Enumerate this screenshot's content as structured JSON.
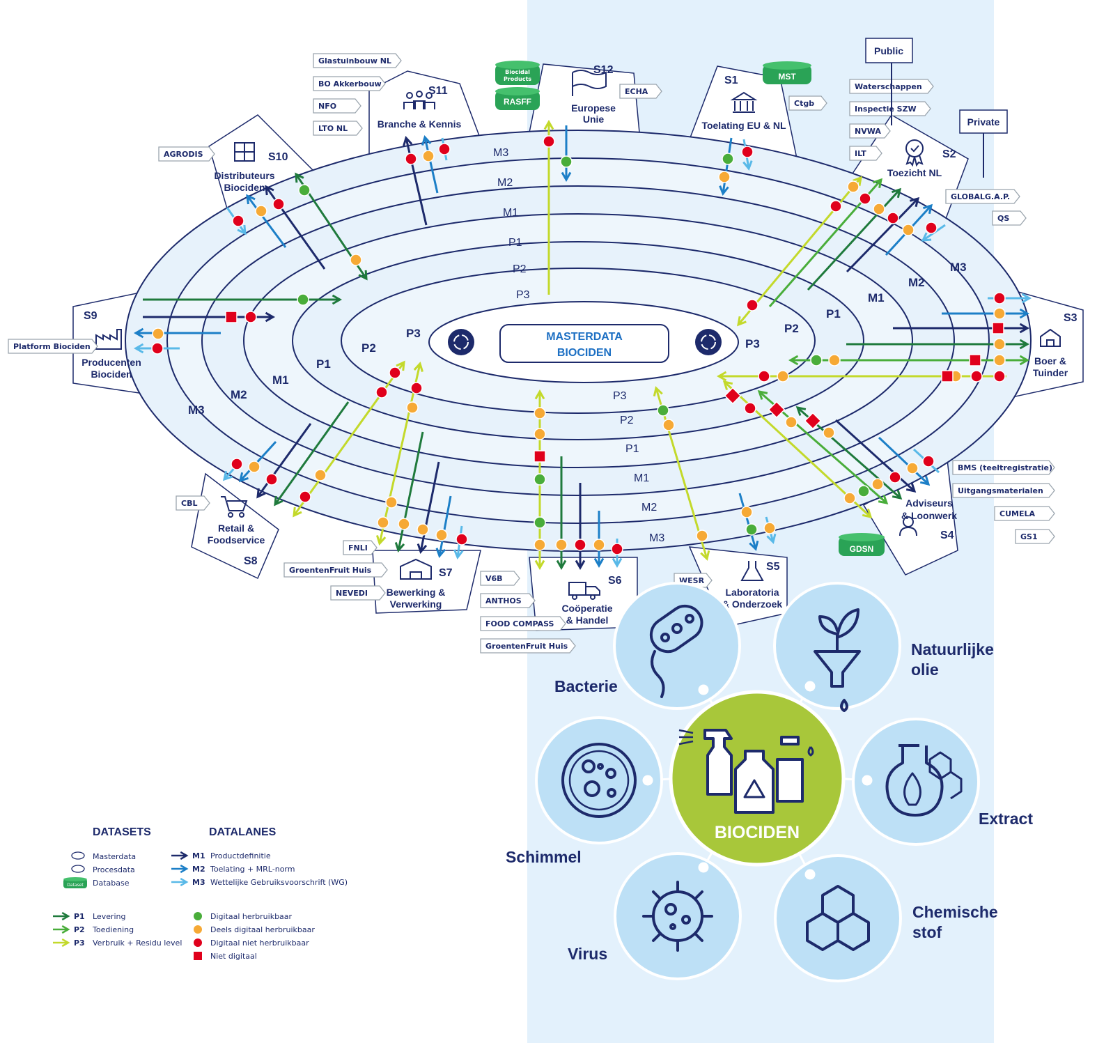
{
  "center": {
    "line1": "MASTERDATA",
    "line2": "BIOCIDEN"
  },
  "lanes": [
    "M3",
    "M2",
    "M1",
    "P1",
    "P2",
    "P3"
  ],
  "stakeholders": [
    {
      "code": "S1",
      "line1": "Toelating EU & NL",
      "line2": ""
    },
    {
      "code": "S2",
      "line1": "Toezicht NL",
      "line2": ""
    },
    {
      "code": "S3",
      "line1": "Boer &",
      "line2": "Tuinder"
    },
    {
      "code": "S4",
      "line1": "Adviseurs",
      "line2": "& Loonwerk"
    },
    {
      "code": "S5",
      "line1": "Laboratoria",
      "line2": "& Onderzoek"
    },
    {
      "code": "S6",
      "line1": "Coöperatie",
      "line2": "& Handel"
    },
    {
      "code": "S7",
      "line1": "Bewerking &",
      "line2": "Verwerking"
    },
    {
      "code": "S8",
      "line1": "Retail &",
      "line2": "Foodservice"
    },
    {
      "code": "S9",
      "line1": "Producenten",
      "line2": "Biociden"
    },
    {
      "code": "S10",
      "line1": "Distributeurs",
      "line2": "Biociden"
    },
    {
      "code": "S11",
      "line1": "Branche & Kennis",
      "line2": ""
    },
    {
      "code": "S12",
      "line1": "Europese",
      "line2": "Unie"
    }
  ],
  "tags": {
    "s11": [
      "Glastuinbouw NL",
      "BO Akkerbouw",
      "NFO",
      "LTO NL"
    ],
    "s10": [
      "AGRODIS"
    ],
    "s9": [
      "Platform Biociden"
    ],
    "s12": [
      "ECHA"
    ],
    "s1": [
      "Ctgb"
    ],
    "s2": [
      "Waterschappen",
      "Inspectie SZW",
      "NVWA",
      "ILT",
      "GLOBALG.A.P.",
      "QS"
    ],
    "s4": [
      "BMS (teeltregistratie)",
      "Uitgangsmaterialen",
      "CUMELA",
      "GS1"
    ],
    "s8": [
      "CBL"
    ],
    "s7": [
      "FNLI",
      "GroentenFruit Huis",
      "NEVEDI"
    ],
    "s6": [
      "V6B",
      "ANTHOS",
      "FOOD COMPASS",
      "GroentenFruit Huis"
    ],
    "s5": [
      "WESR"
    ]
  },
  "flags": {
    "public": "Public",
    "private": "Private"
  },
  "databases": {
    "biocidal_line1": "Biocidal",
    "biocidal_line2": "Products",
    "rasff": "RASFF",
    "mst": "MST",
    "gdsn": "GDSN",
    "legend": "Dataset"
  },
  "legend": {
    "datasets_title": "DATASETS",
    "datalanes_title": "DATALANES",
    "datasets": [
      "Masterdata",
      "Procesdata",
      "Database"
    ],
    "m_lanes": [
      {
        "code": "M1",
        "label": "Productdefinitie"
      },
      {
        "code": "M2",
        "label": "Toelating + MRL-norm"
      },
      {
        "code": "M3",
        "label": "Wettelijke Gebruiksvoorschrift (WG)"
      }
    ],
    "p_lanes": [
      {
        "code": "P1",
        "label": "Levering"
      },
      {
        "code": "P2",
        "label": "Toediening"
      },
      {
        "code": "P3",
        "label": "Verbruik + Residu level"
      }
    ],
    "status": [
      "Digitaal herbruikbaar",
      "Deels digitaal herbruikbaar",
      "Digitaal niet herbruikbaar",
      "Niet digitaal"
    ]
  },
  "biociden": {
    "center": "BIOCIDEN",
    "categories": [
      "Bacterie",
      "Natuurlijke",
      "olie",
      "Extract",
      "Chemische",
      "stof",
      "Virus",
      "Schimmel"
    ]
  },
  "colors": {
    "navy": "#1d2a6b",
    "blue": "#1c7fc7",
    "light_blue": "#59b9e8",
    "dark_green": "#1f7a3c",
    "green": "#49ad3a",
    "lime": "#c3d92b",
    "status_green": "#49ad3a",
    "status_orange": "#f6a935",
    "status_red": "#e0001b"
  }
}
